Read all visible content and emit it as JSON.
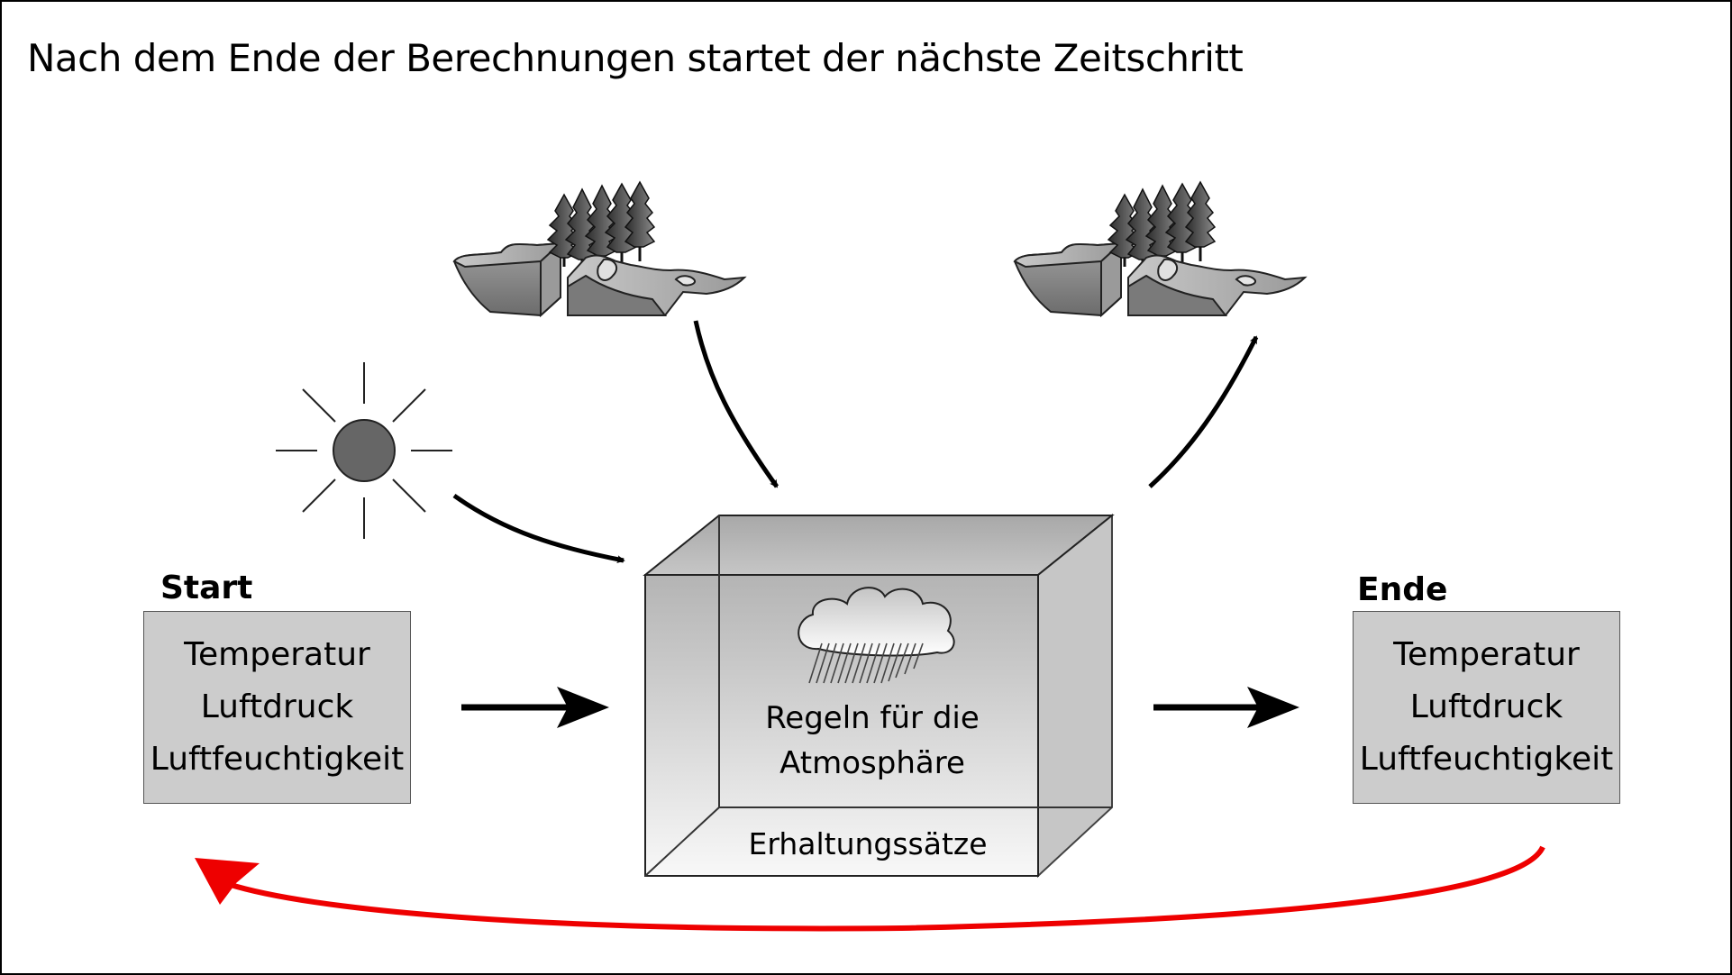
{
  "title": "Nach dem Ende der Berechnungen startet der nächste Zeitschritt",
  "start": {
    "label": "Start",
    "items": [
      "Temperatur",
      "Luftdruck",
      "Luftfeuchtigkeit"
    ]
  },
  "end": {
    "label": "Ende",
    "items": [
      "Temperatur",
      "Luftdruck",
      "Luftfeuchtigkeit"
    ]
  },
  "model_box": {
    "rules_line1": "Regeln für die",
    "rules_line2": "Atmosphäre",
    "conservation": "Erhaltungssätze"
  },
  "icons": [
    "sun-icon",
    "landscape-icon",
    "landscape-output-icon",
    "rain-cloud-icon"
  ],
  "colors": {
    "loop_arrow": "#ee0000",
    "box_fill": "#cccccc",
    "sun": "#666666"
  }
}
